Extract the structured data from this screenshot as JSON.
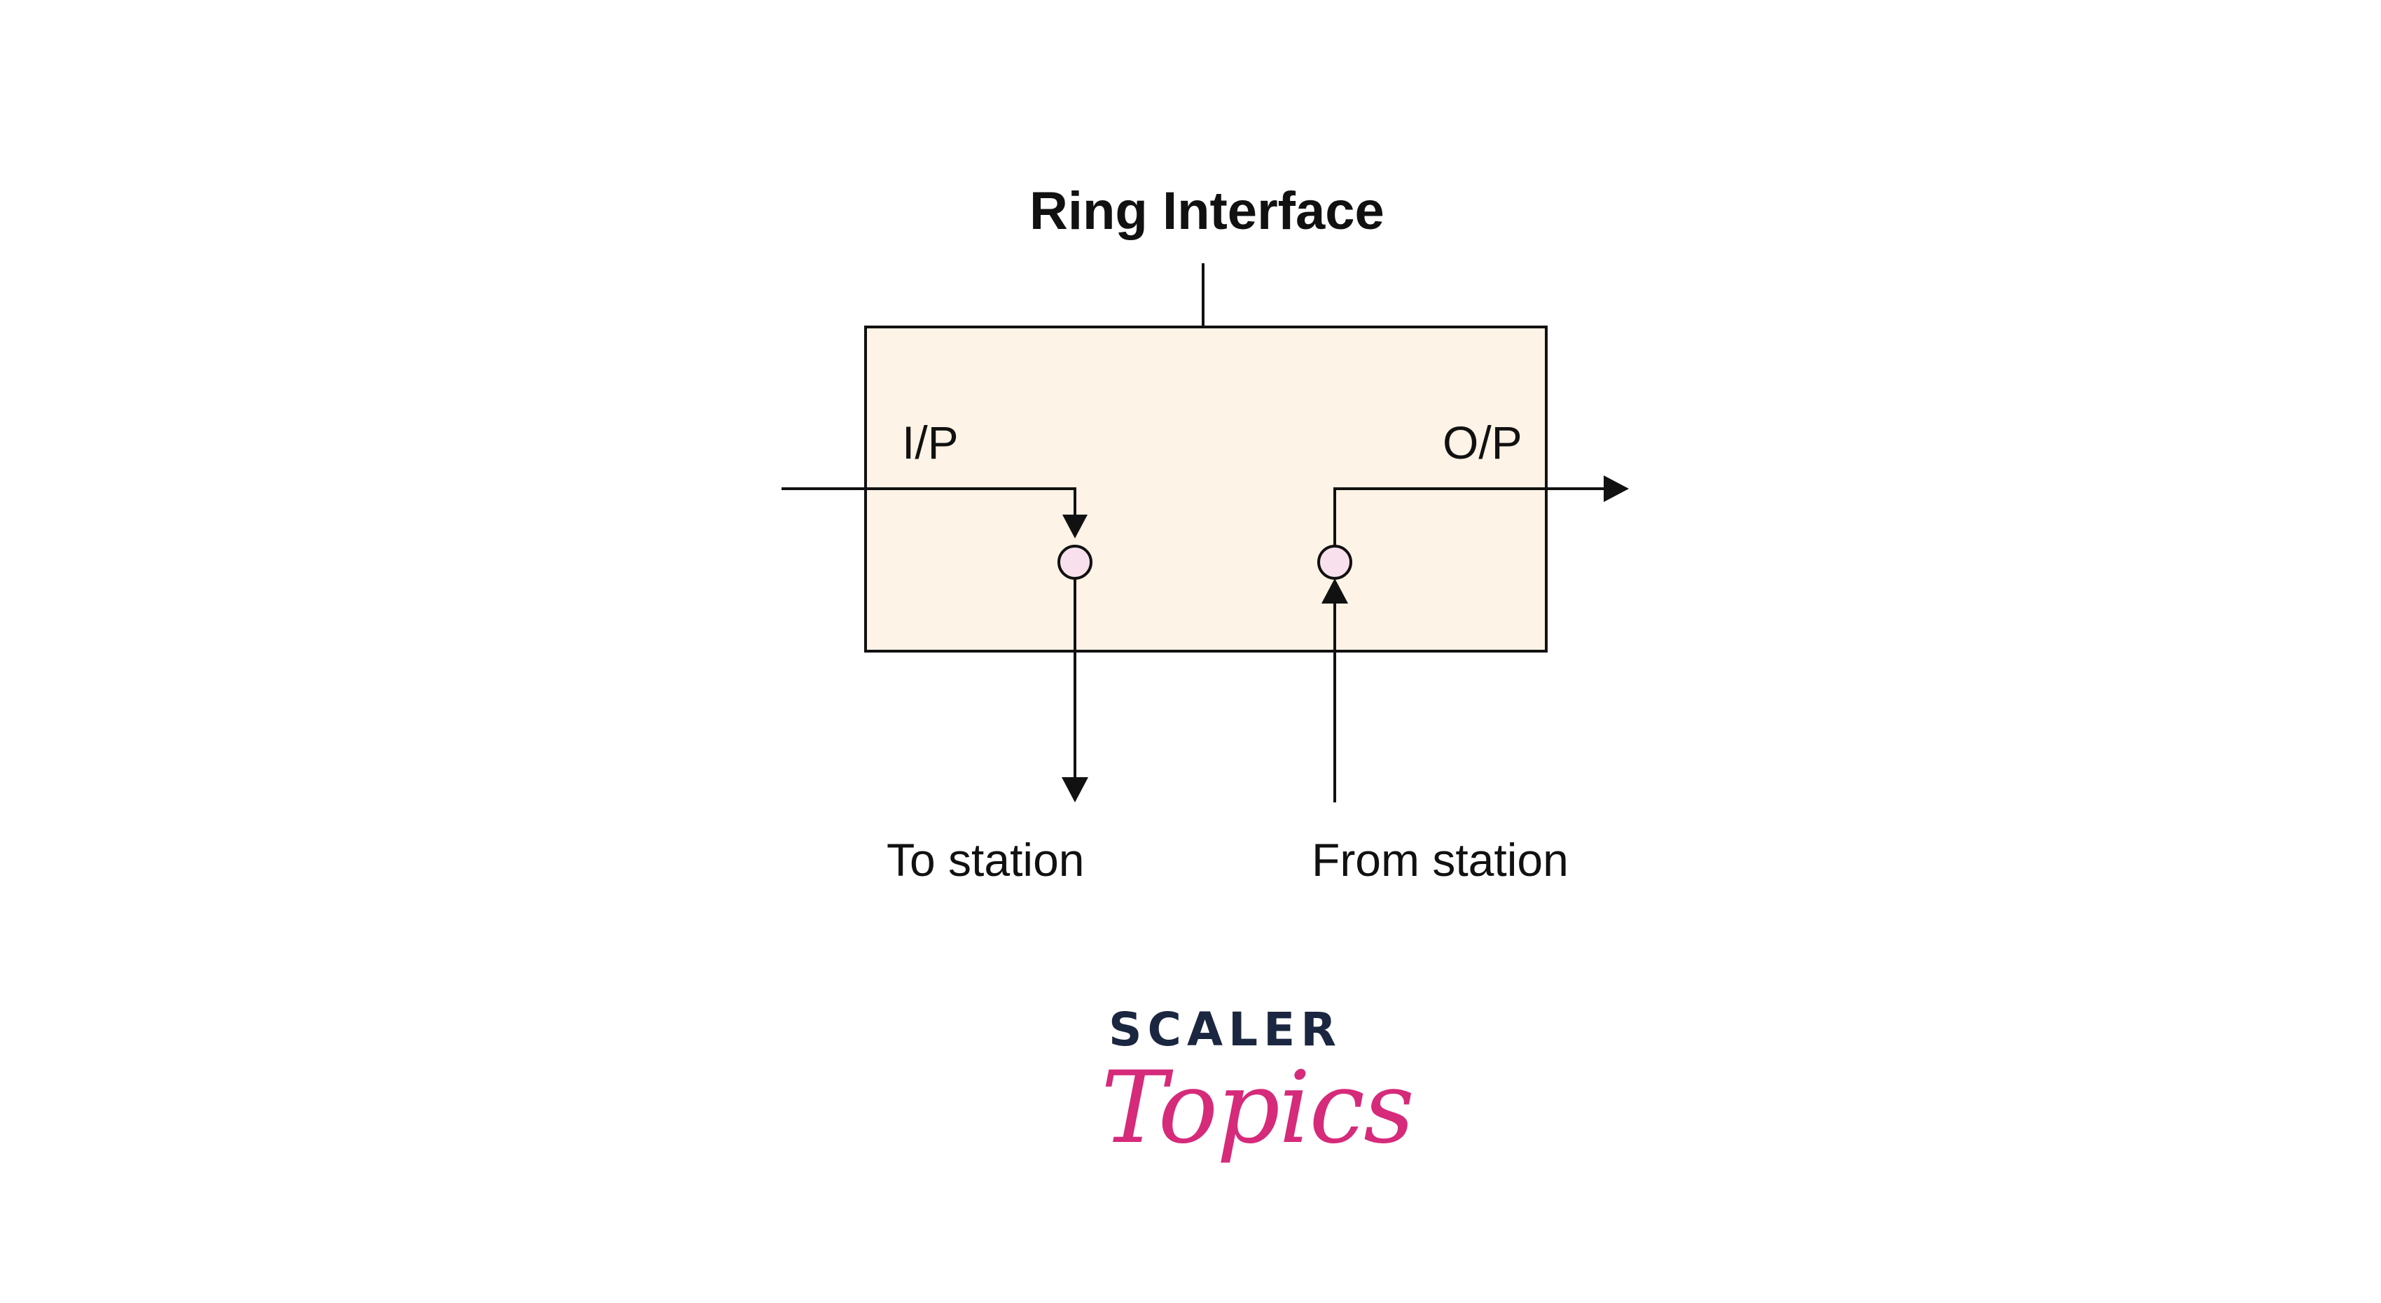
{
  "diagram": {
    "title": "Ring Interface",
    "input_label": "I/P",
    "output_label": "O/P",
    "to_station_label": "To station",
    "from_station_label": "From station"
  },
  "logo": {
    "line1": "SCALER",
    "line2": "Topics"
  },
  "colors": {
    "box_fill": "#fdf3e6",
    "node_fill": "#f8e1ec",
    "stroke": "#111111",
    "logo_dark": "#1b2640",
    "logo_pink": "#d62a7a"
  }
}
